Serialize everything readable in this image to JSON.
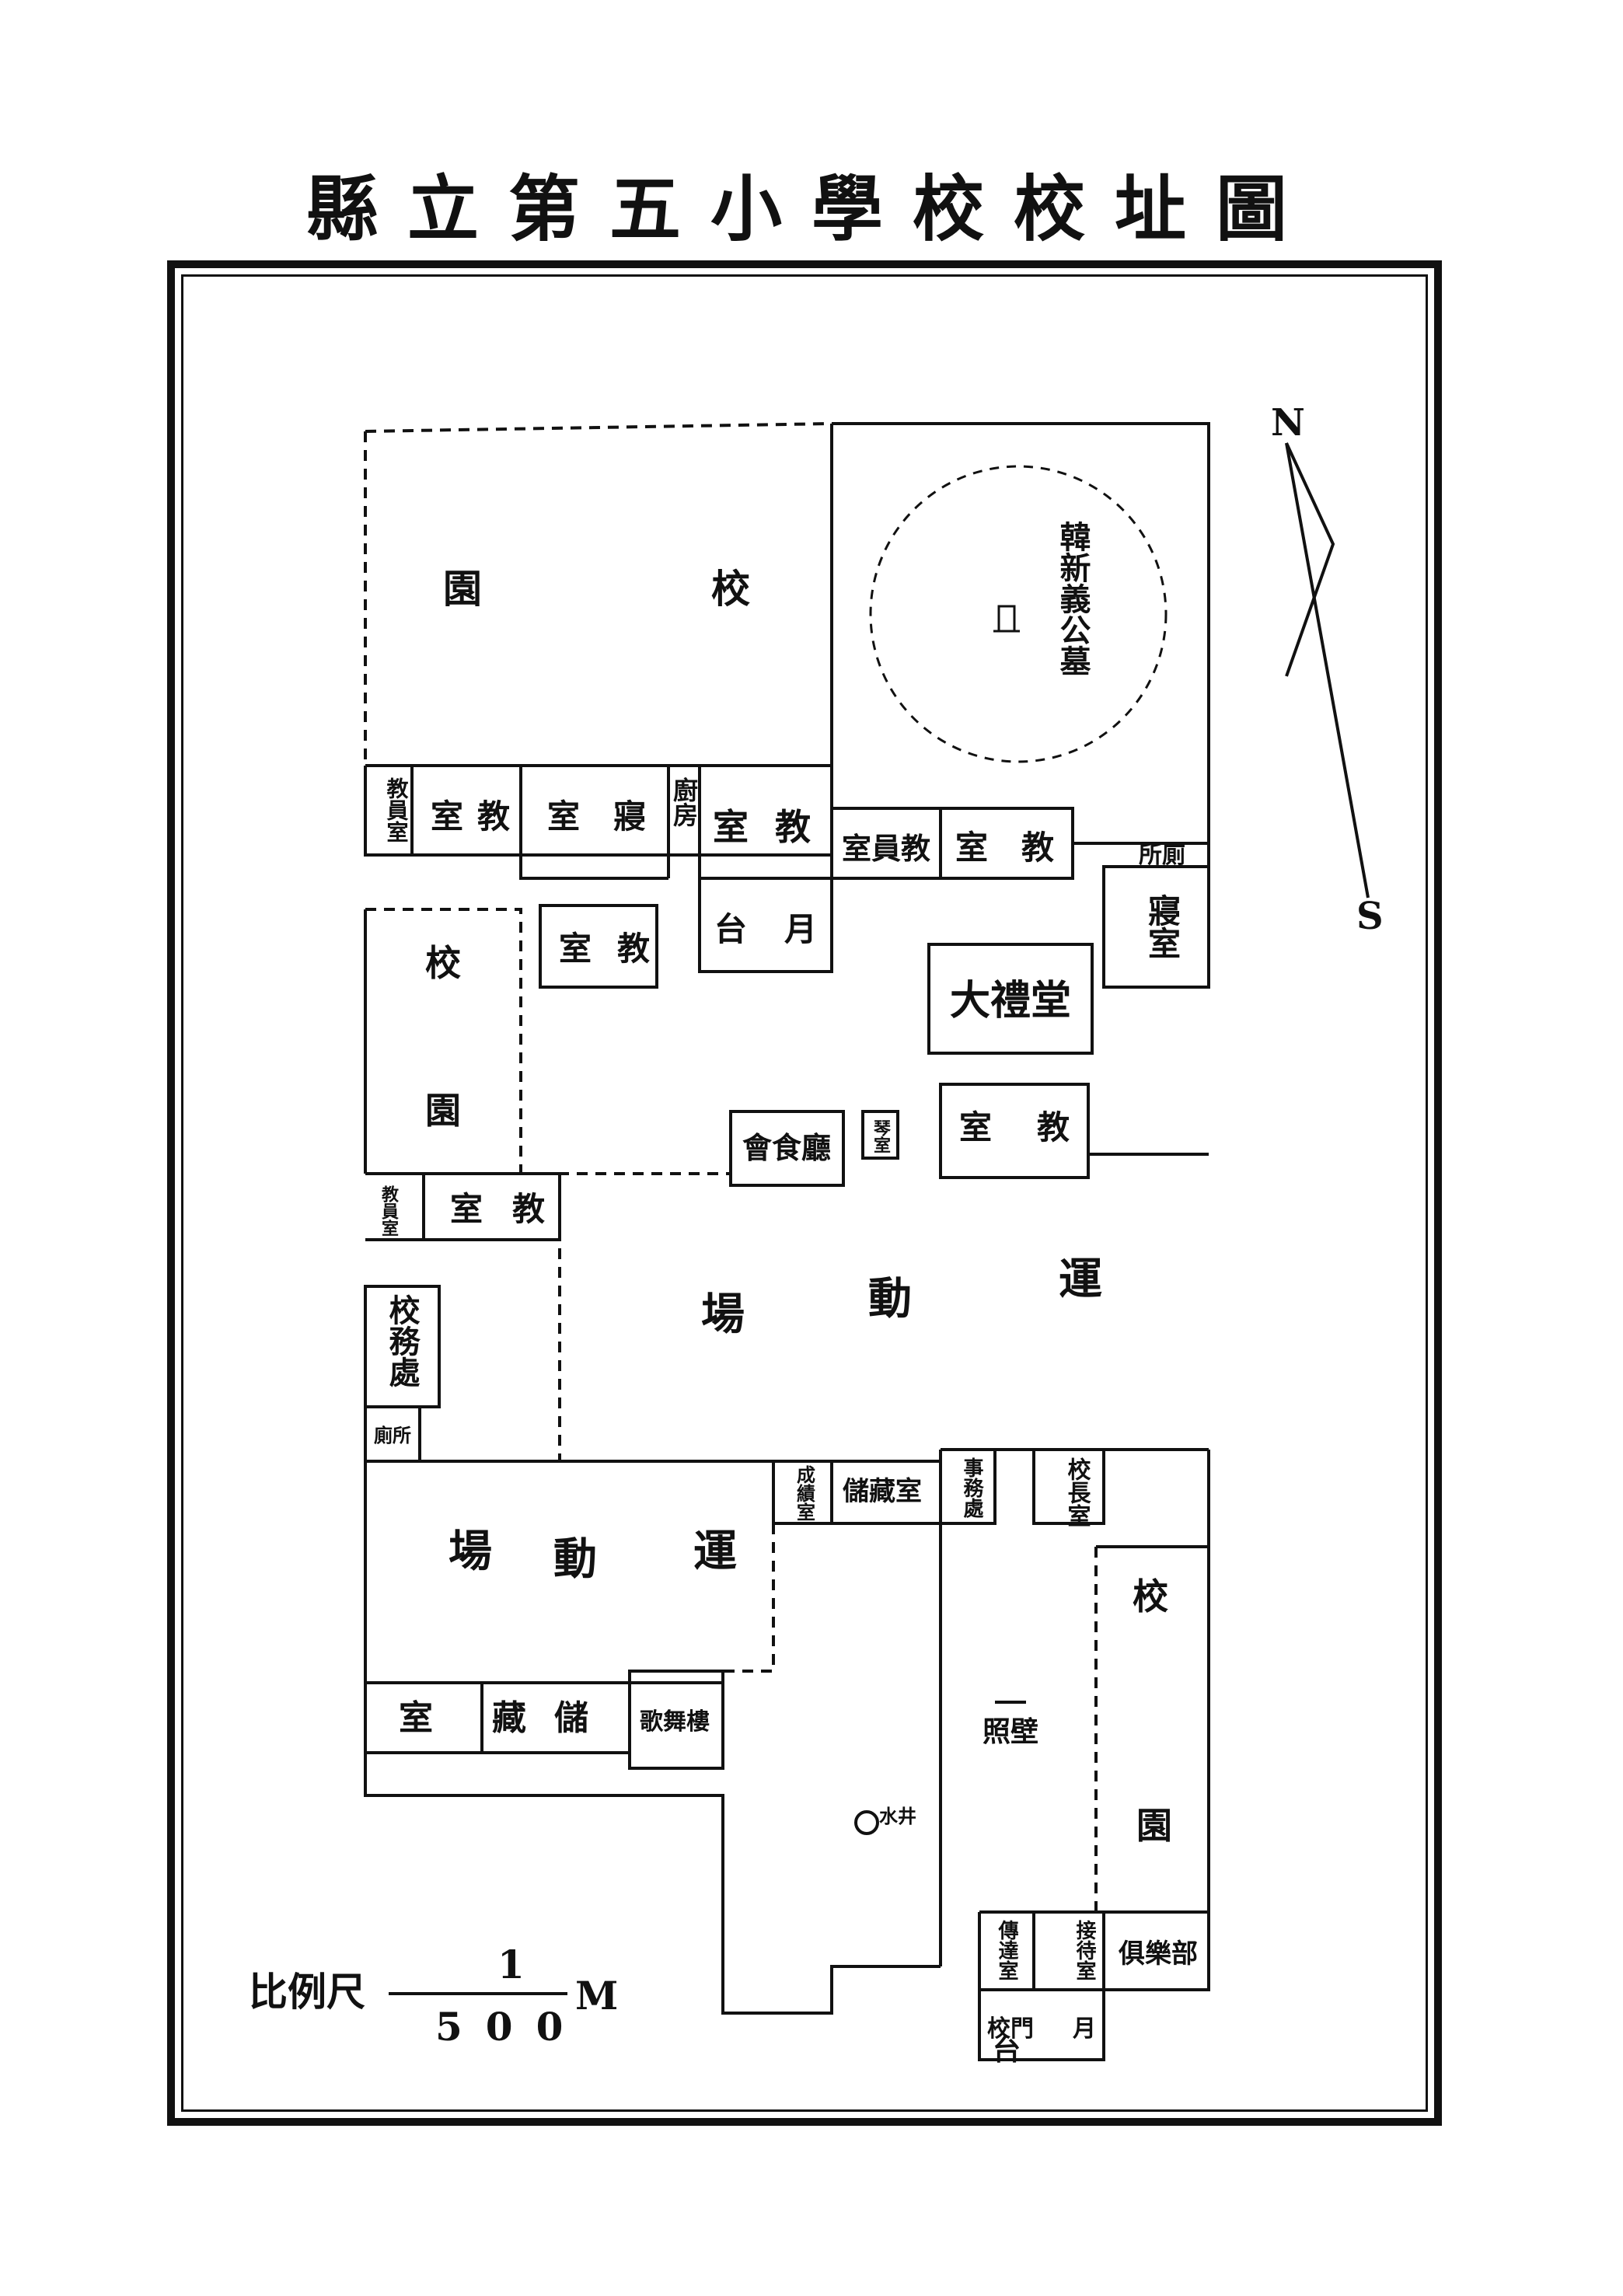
{
  "title": "縣立第五小學校校址圖",
  "compass": {
    "north": "N",
    "south": "S"
  },
  "scale": {
    "label": "比例尺",
    "numerator": "1",
    "denominator": "500",
    "unit": "M"
  },
  "areas": {
    "garden_top_left_1": "園",
    "garden_top_left_2": "校",
    "tomb": "韓新義公墓",
    "staff_room_1": "教員室",
    "classroom_1a": "室",
    "classroom_1b": "教",
    "dorm_1a": "室",
    "dorm_1b": "寢",
    "kitchen": "廚房",
    "classroom_2a": "室",
    "classroom_2b": "教",
    "platform_1a": "台",
    "platform_1b": "月",
    "staff_room_2": "室員教",
    "classroom_3a": "室",
    "classroom_3b": "教",
    "toilet_1": "所廁",
    "dorm_2": "寢室",
    "classroom_4a": "室",
    "classroom_4b": "教",
    "auditorium": "大禮堂",
    "garden_left_1": "校",
    "garden_left_2": "園",
    "dining_hall": "會食廳",
    "piano_room": "琴室",
    "classroom_5a": "室",
    "classroom_5b": "教",
    "staff_room_3": "教員室",
    "classroom_6a": "室",
    "classroom_6b": "教",
    "field_1a": "運",
    "field_1b": "動",
    "field_1c": "場",
    "school_affairs": "校務處",
    "toilet_2": "廁所",
    "grades_room": "成績室",
    "storage_1": "儲藏室",
    "office": "事務處",
    "principal": "校長室",
    "field_2a": "運",
    "field_2b": "動",
    "field_2c": "場",
    "garden_right_1": "校",
    "garden_right_2": "園",
    "screen_wall": "照壁",
    "storage_2a": "室",
    "storage_2b": "藏",
    "storage_2c": "儲",
    "music_hall": "歌舞樓",
    "well": "水井",
    "messenger": "傳達室",
    "reception": "接待室",
    "club": "俱樂部",
    "gate_1": "校門",
    "gate_2": "月",
    "gate_3": "台"
  }
}
